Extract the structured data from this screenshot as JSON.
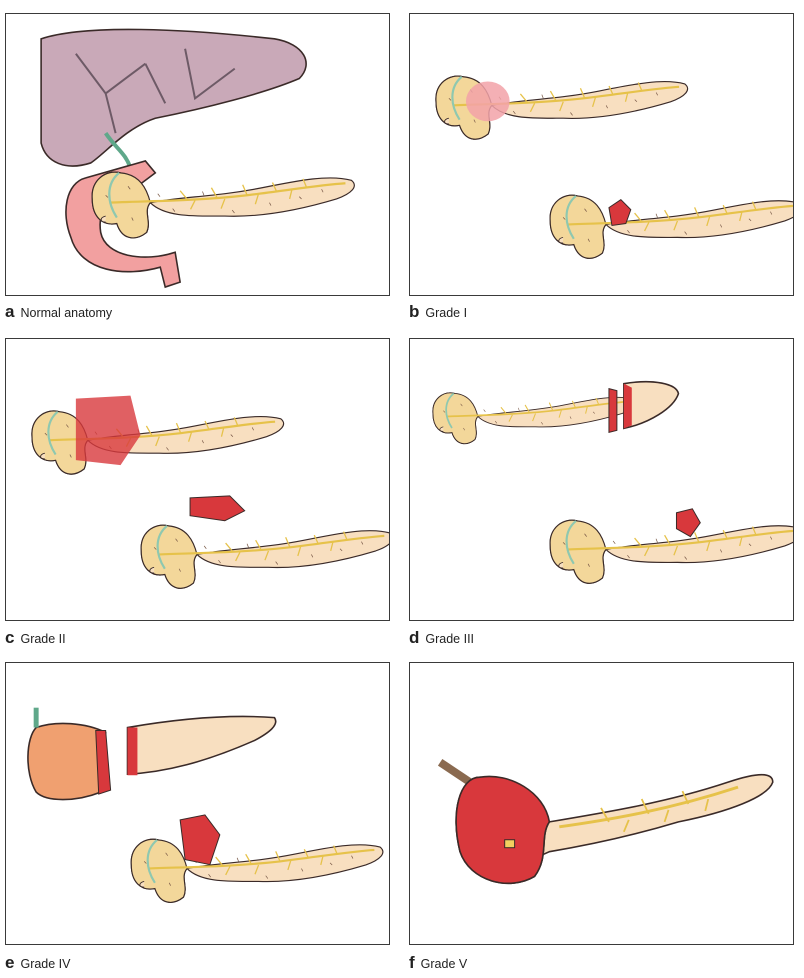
{
  "figure": {
    "panels": [
      {
        "letter": "a",
        "caption": "Normal anatomy"
      },
      {
        "letter": "b",
        "caption": "Grade I"
      },
      {
        "letter": "c",
        "caption": "Grade II"
      },
      {
        "letter": "d",
        "caption": "Grade III"
      },
      {
        "letter": "e",
        "caption": "Grade IV"
      },
      {
        "letter": "f",
        "caption": "Grade V"
      }
    ]
  },
  "colors": {
    "pancreas": "#f8dfc0",
    "pancreas_head": "#f3d79a",
    "duct": "#e6c24a",
    "bile_duct": "#5fa88a",
    "liver": "#c9a9b8",
    "duodenum": "#f2a0a0",
    "injury": "#d8383c",
    "outline": "#3a2a28"
  }
}
